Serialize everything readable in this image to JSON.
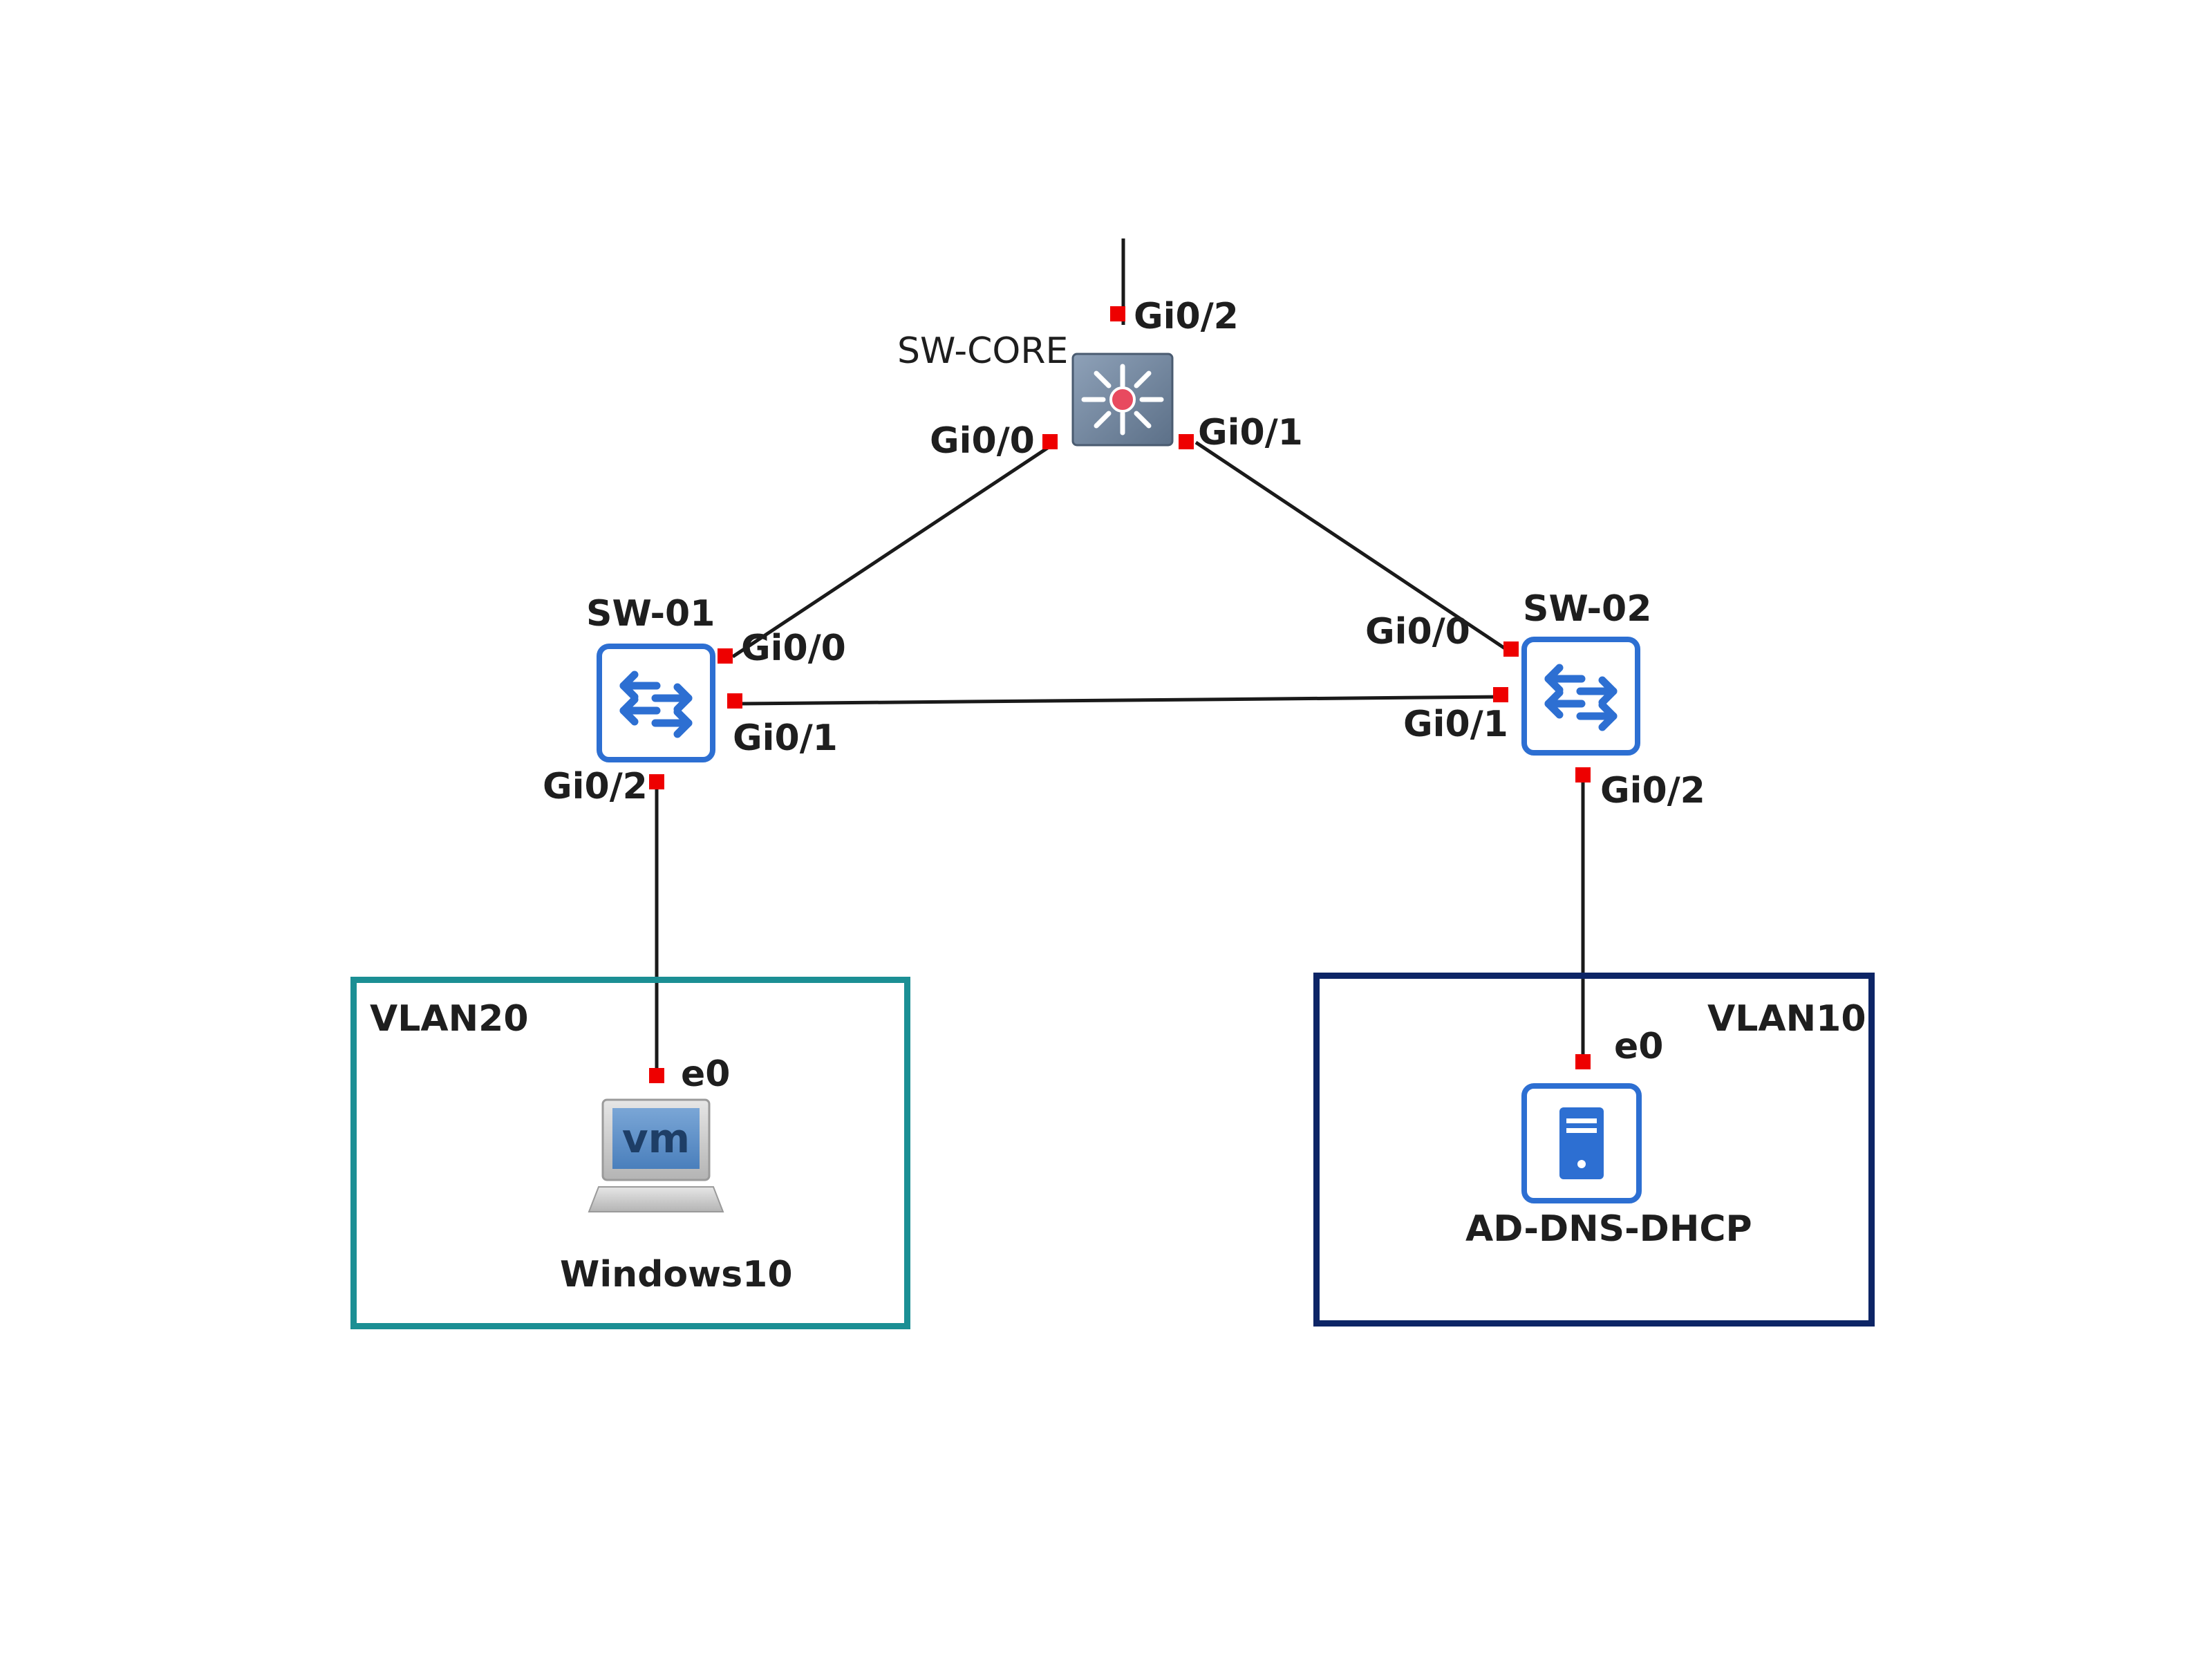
{
  "colors": {
    "link": "#1a1a1a",
    "port": "#ee0000",
    "vlan20_border": "#1b8f94",
    "vlan10_border": "#0d2566",
    "switch_blue": "#2d6fd2",
    "core_fill": "#7b8fa6"
  },
  "devices": {
    "core": {
      "name": "SW-CORE",
      "icon": "multilayer-switch-icon"
    },
    "sw01": {
      "name": "SW-01",
      "icon": "switch-icon"
    },
    "sw02": {
      "name": "SW-02",
      "icon": "switch-icon"
    },
    "win10": {
      "name": "Windows10",
      "icon": "vm-laptop-icon",
      "icon_text": "vm"
    },
    "server": {
      "name": "AD-DNS-DHCP",
      "icon": "server-icon"
    }
  },
  "zones": {
    "vlan20": {
      "label": "VLAN20"
    },
    "vlan10": {
      "label": "VLAN10"
    }
  },
  "ports": {
    "core_gi02": "Gi0/2",
    "core_gi00": "Gi0/0",
    "core_gi01": "Gi0/1",
    "sw01_gi00": "Gi0/0",
    "sw01_gi01": "Gi0/1",
    "sw01_gi02": "Gi0/2",
    "sw02_gi00": "Gi0/0",
    "sw02_gi01": "Gi0/1",
    "sw02_gi02": "Gi0/2",
    "win10_e0": "e0",
    "server_e0": "e0"
  }
}
